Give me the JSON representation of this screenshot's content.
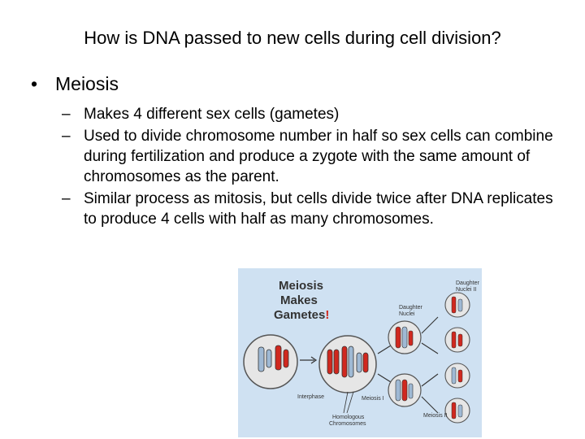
{
  "slide": {
    "title": "How is DNA passed to new cells during cell division?",
    "bullet": {
      "marker": "•",
      "text": "Meiosis"
    },
    "sub_bullets": [
      {
        "marker": "–",
        "text": "Makes 4 different sex cells (gametes)"
      },
      {
        "marker": "–",
        "text": "Used to divide chromosome number in half so sex cells can combine during fertilization and produce a zygote with the same amount of chromosomes as the parent."
      },
      {
        "marker": "–",
        "text": "Similar process as mitosis, but cells divide twice after DNA replicates to produce 4 cells with half as many chromosomes."
      }
    ]
  },
  "figure": {
    "title_line1": "Meiosis",
    "title_line2": "Makes",
    "title_line3": "Gametes",
    "title_bang": "!",
    "label_daughter_nuclei": "Daughter\nNuclei",
    "label_daughter_nuclei_ii": "Daughter\nNuclei II",
    "label_interphase": "Interphase",
    "label_meiosis_i": "Meiosis I",
    "label_meiosis_ii": "Meiosis II",
    "label_homologous": "Homologous\nChromosomes",
    "colors": {
      "background": "#cfe1f2",
      "red_chromosome": "#d0281e",
      "blue_chromosome": "#9fb9d4",
      "cell": "#e8e8e8"
    }
  }
}
